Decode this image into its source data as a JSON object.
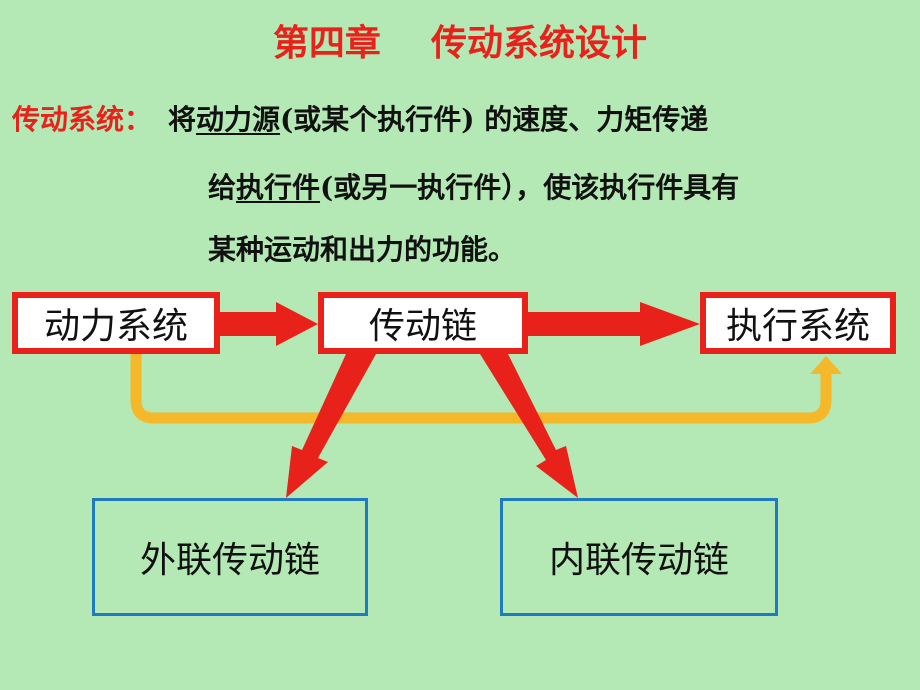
{
  "title": "第四章    传动系统设计",
  "definition": {
    "label": "传动系统：",
    "line1_pre": "将",
    "line1_underlined": "动力源",
    "line1_post": "(或某个执行件) 的速度、力矩传递",
    "line2_pre": "给",
    "line2_underlined": "执行件",
    "line2_post": "(或另一执行件），使该执行件具有",
    "line3": "某种运动和出力的功能。"
  },
  "diagram": {
    "power_system": "动力系统",
    "transmission_chain": "传动链",
    "executive_system": "执行系统",
    "external_chain": "外联传动链",
    "internal_chain": "内联传动链"
  },
  "colors": {
    "background": "#b4e8b4",
    "red": "#e8221a",
    "orange": "#f5b82a",
    "blue": "#1f7bbf"
  }
}
